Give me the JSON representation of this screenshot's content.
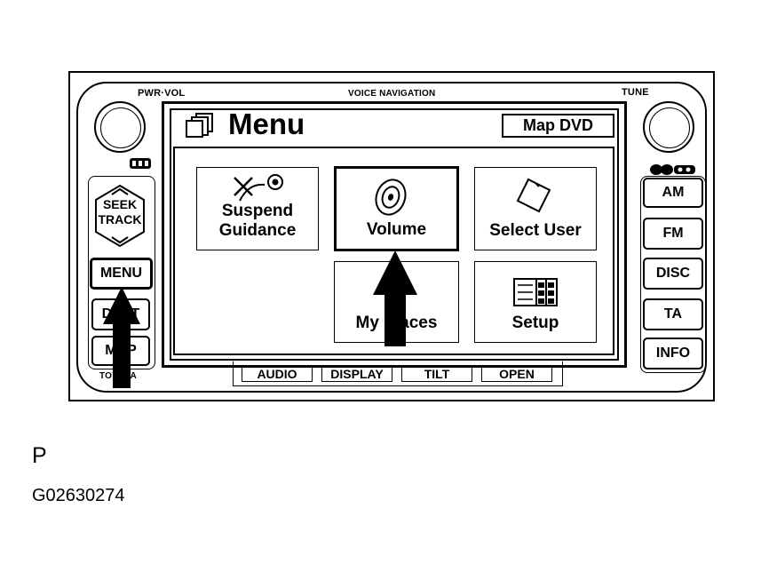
{
  "unit": {
    "pwr_vol_label": "PWR·VOL",
    "voice_nav_label": "VOICE NAVIGATION",
    "tune_label": "TUNE",
    "seek_track_label": [
      "SEEK",
      "TRACK"
    ],
    "menu_button_label": "MENU",
    "dest_button_label": "DEST",
    "map_button_label": "MAP",
    "brand_label": "TOYOTA",
    "right_buttons": [
      "AM",
      "FM",
      "DISC",
      "TA",
      "INFO"
    ],
    "bottom_buttons": [
      "AUDIO",
      "DISPLAY",
      "TILT",
      "OPEN"
    ]
  },
  "screen": {
    "title": "Menu",
    "map_dvd_button": "Map DVD",
    "tiles": {
      "suspend": [
        "Suspend",
        "Guidance"
      ],
      "volume": "Volume",
      "select_user": "Select User",
      "my_places": "My Places",
      "setup": "Setup"
    },
    "selected_tile": "Volume"
  },
  "caption": {
    "letter": "P",
    "code": "G02630274"
  },
  "icons": [
    "folder-stack-icon",
    "route-cancel-icon",
    "speaker-icon",
    "card-icon",
    "setup-grid-icon",
    "up-arrow-icon",
    "cd-logo-icon"
  ]
}
